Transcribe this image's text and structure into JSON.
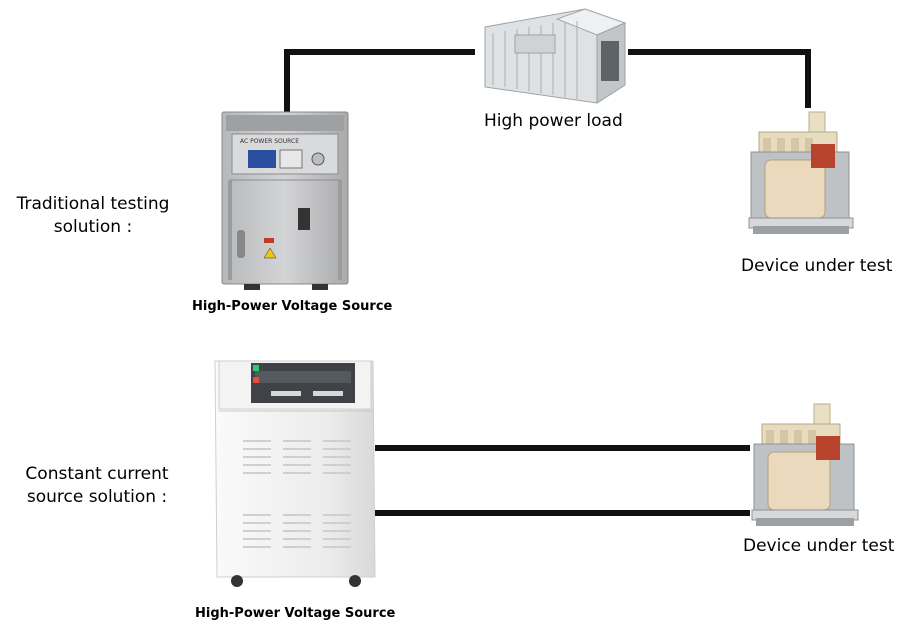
{
  "traditional": {
    "label_line1": "Traditional testing",
    "label_line2": "solution :",
    "source_caption": "High-Power Voltage Source",
    "load_caption": "High power load",
    "device_caption": "Device under test",
    "panel_text": "AC POWER SOURCE"
  },
  "constant_current": {
    "label_line1": "Constant current",
    "label_line2": "source solution :",
    "source_caption": "High-Power Voltage Source",
    "device_caption": "Device under test"
  },
  "colors": {
    "wire": "#111111",
    "cabinet_gray": "#c9cacc",
    "cabinet_white": "#f1f1f1",
    "transformer_coil": "#e9d8bd",
    "transformer_red": "#b8432c"
  }
}
